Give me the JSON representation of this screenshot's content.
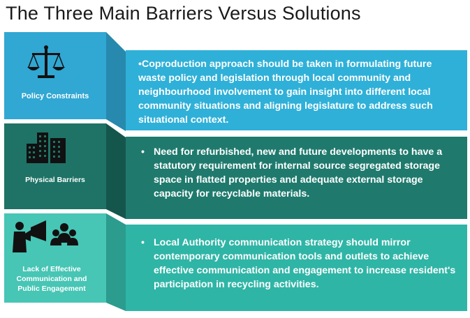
{
  "title": "The Three Main Barriers Versus Solutions",
  "colors": {
    "row1_left": "#31a7d3",
    "row1_right": "#2fb0d8",
    "row2_left": "#1e7366",
    "row2_right": "#1f7a6d",
    "row3_left": "#47c5b5",
    "row3_right": "#2fb5a6"
  },
  "rows": [
    {
      "label": "Policy Constraints",
      "icon": "scales-icon",
      "solution": "•Coproduction approach should be taken in formulating future waste policy and legislation through local community and neighbourhood involvement to gain insight into different local community situations and aligning legislature to address such situational context."
    },
    {
      "label": "Physical Barriers",
      "icon": "buildings-icon",
      "bullet": "•",
      "solution": "Need for refurbished, new and future developments to have a statutory requirement for internal source segregated storage space in flatted properties and adequate external storage capacity for recyclable materials."
    },
    {
      "label": "Lack of Effective Communication and Public Engagement",
      "icon": "megaphone-people-icon",
      "bullet": "•",
      "solution": "Local Authority communication strategy should mirror contemporary communication tools and outlets to achieve effective communication and engagement to increase resident's participation in recycling activities."
    }
  ]
}
